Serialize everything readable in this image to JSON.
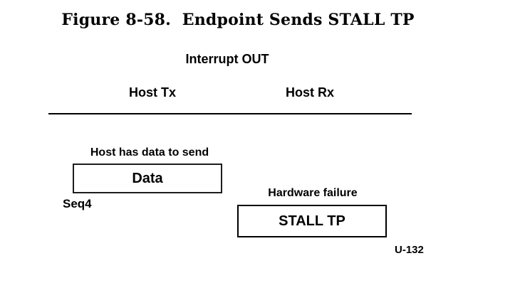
{
  "figure": {
    "title": "Figure 8-58.  Endpoint Sends STALL TP",
    "subtitle": "Interrupt OUT",
    "columns": {
      "left": "Host Tx",
      "right": "Host Rx"
    },
    "events": [
      {
        "label": "Host has data to send",
        "box": "Data",
        "tag": "Seq4"
      },
      {
        "label": "Hardware failure",
        "box": "STALL TP"
      }
    ],
    "footnote": "U-132",
    "colors": {
      "ink": "#000000",
      "background": "#ffffff"
    }
  }
}
